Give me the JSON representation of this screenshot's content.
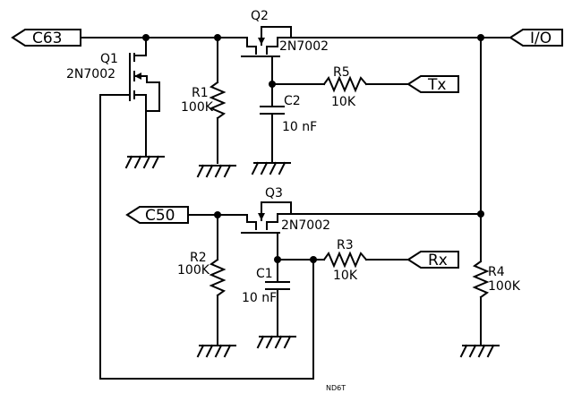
{
  "ports": {
    "c63": "C63",
    "io": "I/O",
    "tx": "Tx",
    "c50": "C50",
    "rx": "Rx"
  },
  "components": {
    "q1": {
      "ref": "Q1",
      "part": "2N7002"
    },
    "q2": {
      "ref": "Q2",
      "part": "2N7002"
    },
    "q3": {
      "ref": "Q3",
      "part": "2N7002"
    },
    "r1": {
      "ref": "R1",
      "value": "100K"
    },
    "r2": {
      "ref": "R2",
      "value": "100K"
    },
    "r3": {
      "ref": "R3",
      "value": "10K"
    },
    "r4": {
      "ref": "R4",
      "value": "100K"
    },
    "r5": {
      "ref": "R5",
      "value": "10K"
    },
    "c1": {
      "ref": "C1",
      "value": "10 nF"
    },
    "c2": {
      "ref": "C2",
      "value": "10 nF"
    }
  },
  "credit": "ND6T"
}
